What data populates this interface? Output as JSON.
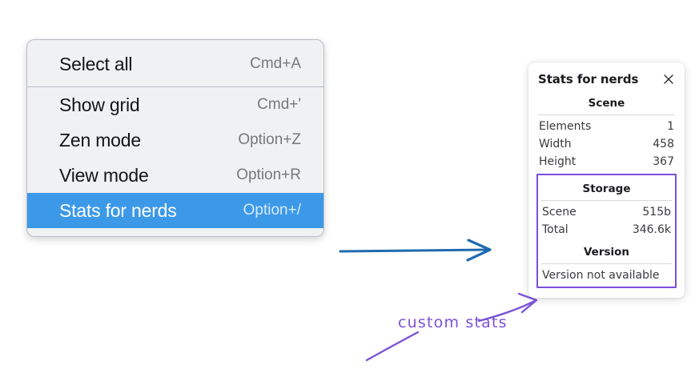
{
  "context_menu": {
    "name": "canvas-context-menu",
    "groups": [
      {
        "items": [
          {
            "label": "Select all",
            "shortcut": "Cmd+A",
            "selected": false,
            "name": "menu-item-select-all"
          }
        ]
      },
      {
        "items": [
          {
            "label": "Show grid",
            "shortcut": "Cmd+'",
            "selected": false,
            "name": "menu-item-show-grid"
          },
          {
            "label": "Zen mode",
            "shortcut": "Option+Z",
            "selected": false,
            "name": "menu-item-zen-mode"
          },
          {
            "label": "View mode",
            "shortcut": "Option+R",
            "selected": false,
            "name": "menu-item-view-mode"
          },
          {
            "label": "Stats for nerds",
            "shortcut": "Option+/",
            "selected": true,
            "name": "menu-item-stats-for-nerds"
          }
        ]
      }
    ],
    "highlight_color": "#3c99e8",
    "background_color": "#f0f1f3"
  },
  "stats_panel": {
    "title": "Stats for nerds",
    "close_icon": "close-icon",
    "sections": [
      {
        "heading": "Scene",
        "highlighted": false,
        "rows": [
          {
            "key": "Elements",
            "value": "1"
          },
          {
            "key": "Width",
            "value": "458"
          },
          {
            "key": "Height",
            "value": "367"
          }
        ]
      },
      {
        "heading": "Storage",
        "highlighted": true,
        "rows": [
          {
            "key": "Scene",
            "value": "515b"
          },
          {
            "key": "Total",
            "value": "346.6k"
          }
        ]
      },
      {
        "heading": "Version",
        "highlighted": true,
        "note": "Version not available",
        "rows": []
      }
    ],
    "highlight_border_color": "#7b4fda"
  },
  "annotations": {
    "custom_stats_label": "custom stats",
    "custom_stats_color": "#7b52d8",
    "connector_arrow_color": "#1f6bb0"
  }
}
